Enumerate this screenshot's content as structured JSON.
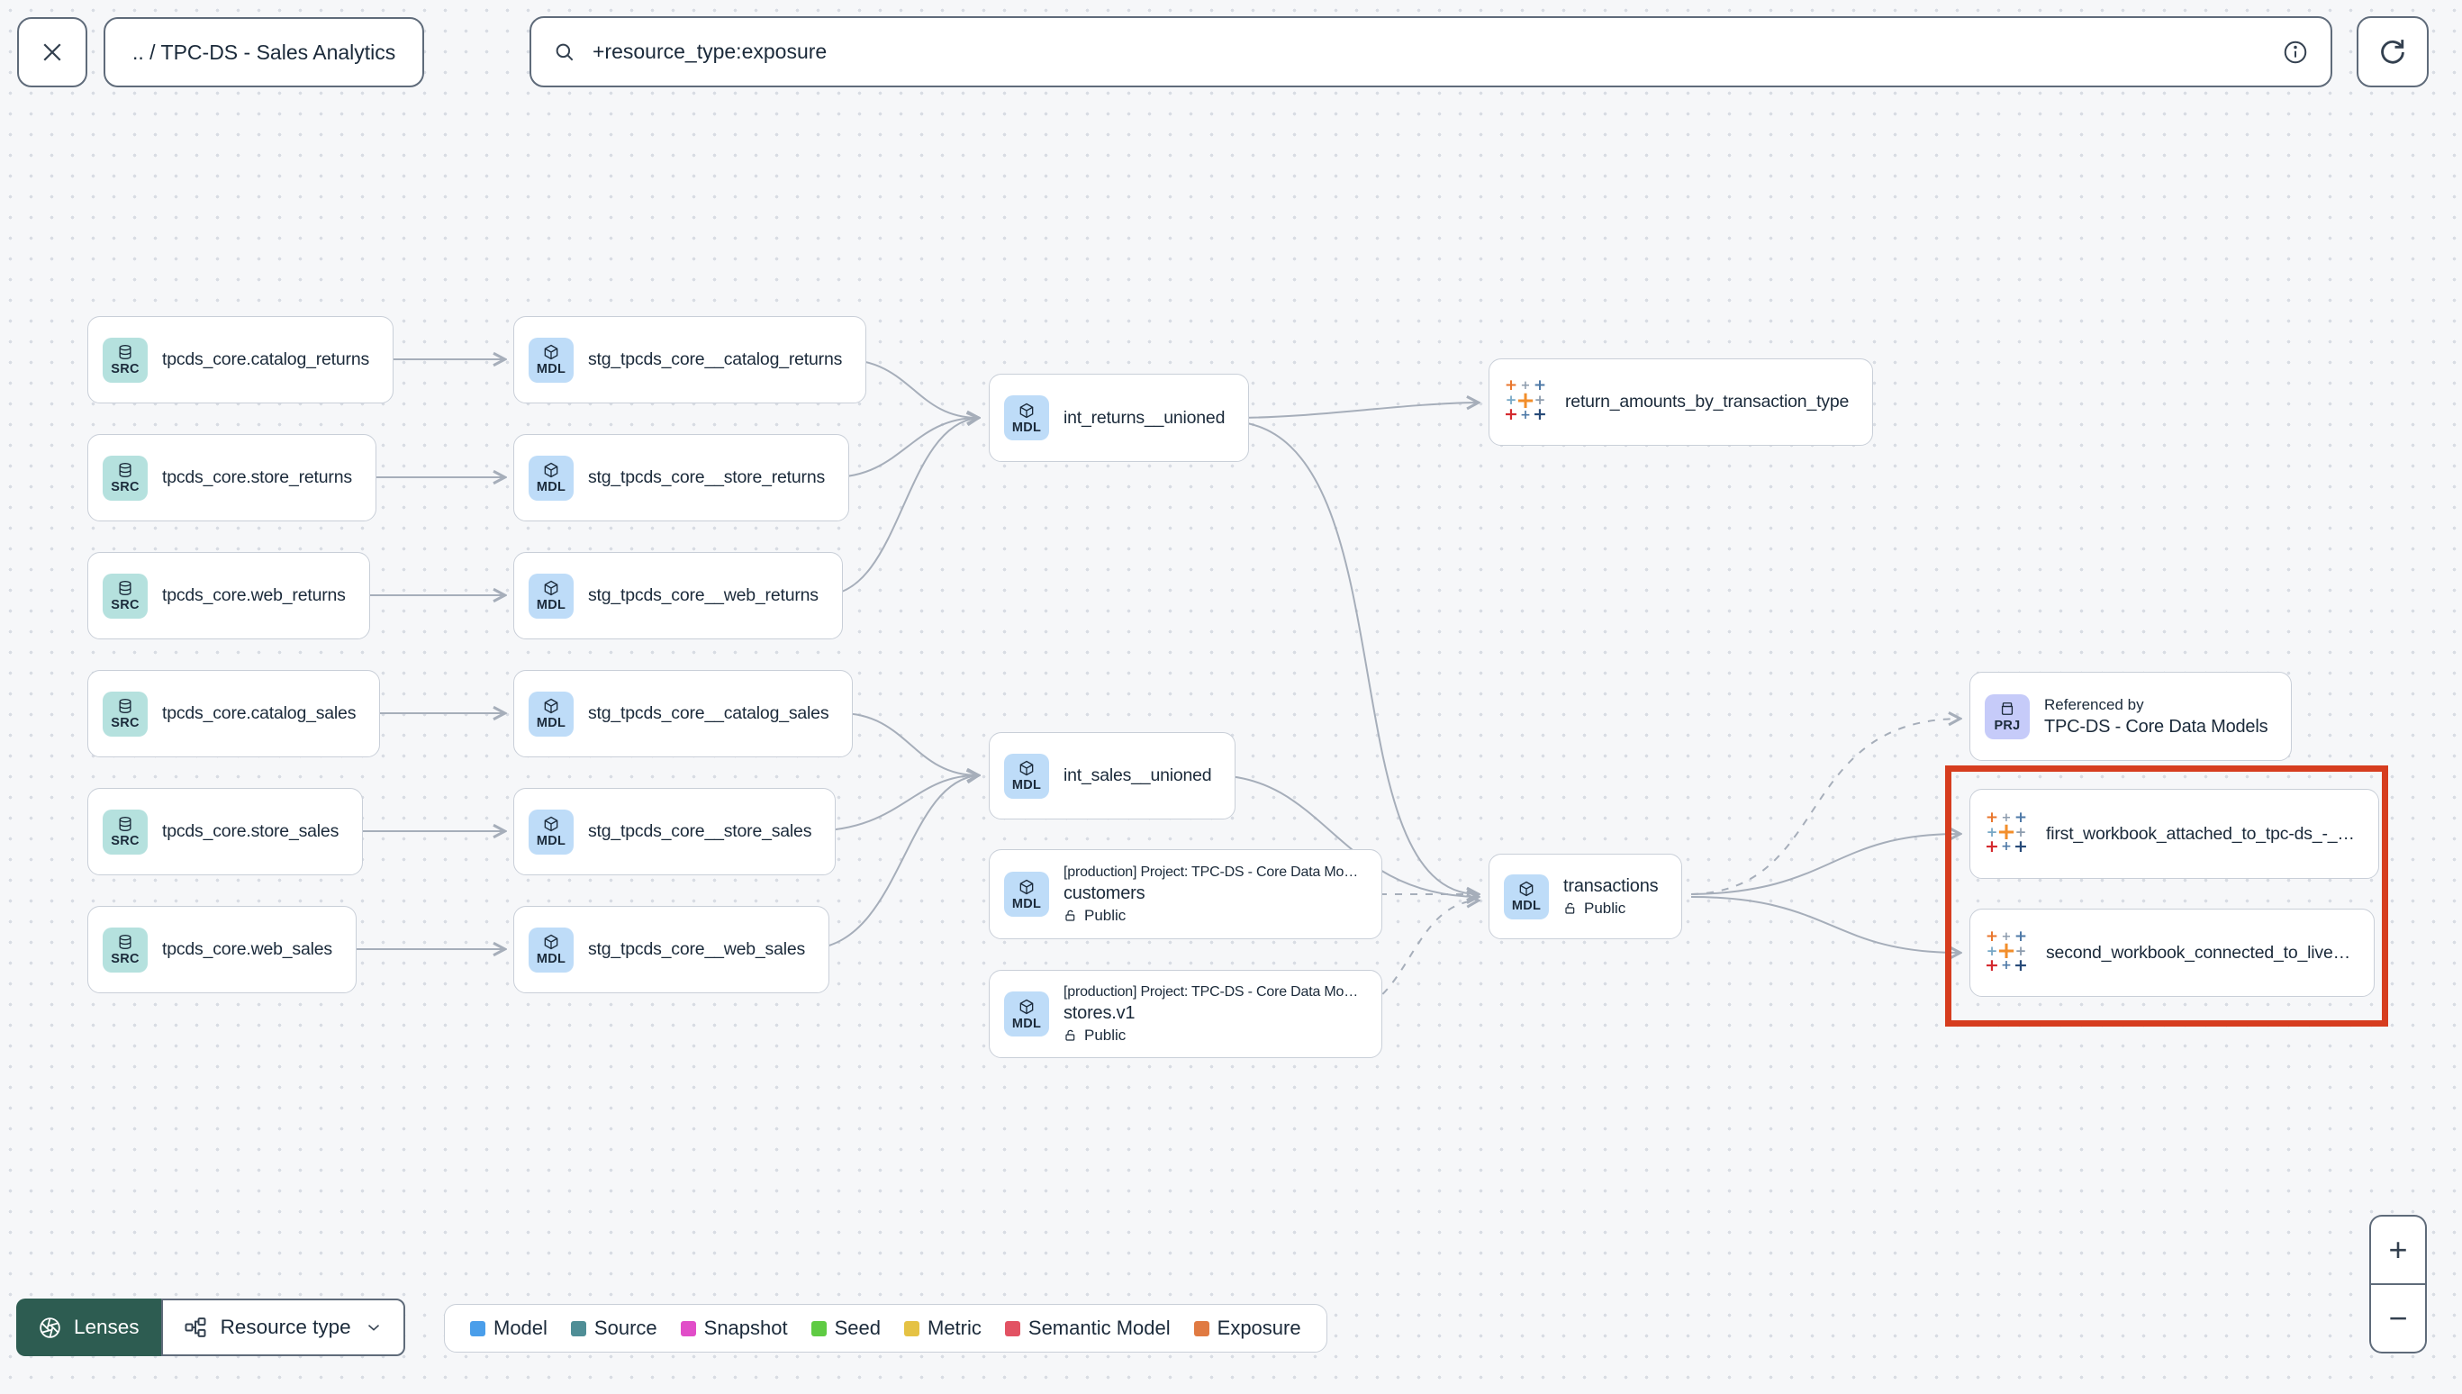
{
  "header": {
    "close_icon": "✕",
    "breadcrumb": ".. / TPC-DS - Sales Analytics",
    "search": {
      "value": "+resource_type:exposure"
    }
  },
  "badges": {
    "source": "SRC",
    "model": "MDL",
    "project": "PRJ"
  },
  "nodes": {
    "sources": [
      "tpcds_core.catalog_returns",
      "tpcds_core.store_returns",
      "tpcds_core.web_returns",
      "tpcds_core.catalog_sales",
      "tpcds_core.store_sales",
      "tpcds_core.web_sales"
    ],
    "staging": [
      "stg_tpcds_core__catalog_returns",
      "stg_tpcds_core__store_returns",
      "stg_tpcds_core__web_returns",
      "stg_tpcds_core__catalog_sales",
      "stg_tpcds_core__store_sales",
      "stg_tpcds_core__web_sales"
    ],
    "int_returns": {
      "label": "int_returns__unioned"
    },
    "int_sales": {
      "label": "int_sales__unioned"
    },
    "exposure_return_amounts": {
      "label": "return_amounts_by_transaction_type"
    },
    "customers": {
      "project_line": "[production] Project: TPC-DS - Core Data Mo…",
      "label": "customers",
      "access": "Public"
    },
    "stores": {
      "project_line": "[production] Project: TPC-DS - Core Data Mo…",
      "label": "stores.v1",
      "access": "Public"
    },
    "transactions": {
      "label": "transactions",
      "access": "Public"
    },
    "referenced_by": {
      "title": "Referenced by",
      "label": "TPC-DS - Core Data Models"
    },
    "workbook_first": {
      "label": "first_workbook_attached_to_tpc-ds_-_…"
    },
    "workbook_second": {
      "label": "second_workbook_connected_to_live…"
    }
  },
  "footer": {
    "lenses_label": "Lenses",
    "resource_type_label": "Resource type",
    "legend": [
      {
        "label": "Model",
        "color": "#4a9eea"
      },
      {
        "label": "Source",
        "color": "#4f8e96"
      },
      {
        "label": "Snapshot",
        "color": "#e14dc8"
      },
      {
        "label": "Seed",
        "color": "#5fcb43"
      },
      {
        "label": "Metric",
        "color": "#e5c244"
      },
      {
        "label": "Semantic Model",
        "color": "#e25263"
      },
      {
        "label": "Exposure",
        "color": "#e07a42"
      }
    ]
  },
  "zoom_controls": {
    "zoom_in": "+",
    "zoom_out": "−"
  },
  "colors": {
    "highlight_box": "#d63d1f",
    "edge": "#a6aeba",
    "lenses_green": "#2d5c51"
  },
  "icons": {
    "tableau_plus": "+"
  }
}
